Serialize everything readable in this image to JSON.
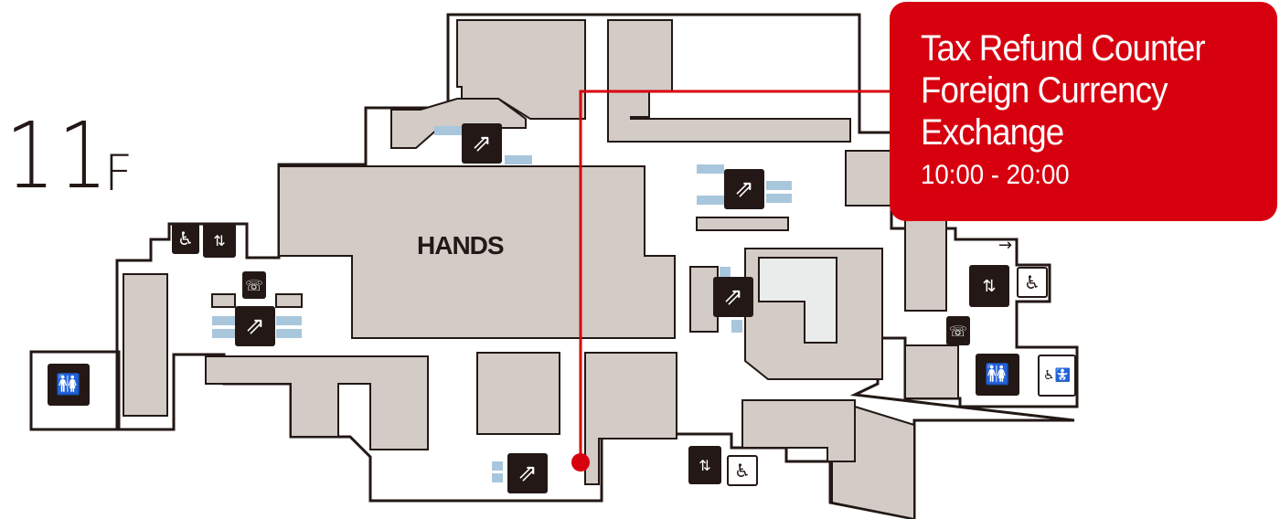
{
  "floor": {
    "number": "11",
    "suffix": "F"
  },
  "store": {
    "name": "HANDS"
  },
  "info": {
    "line1": "Tax Refund Counter",
    "line2": "Foreign Currency",
    "line3": "Exchange",
    "hours": "10:00 - 20:00"
  },
  "colors": {
    "accent": "#d7000f",
    "shop": "#d3cbc6",
    "escalator_step": "#a9c7dc",
    "highlight": "#e9ecea",
    "outline": "#231815"
  },
  "icons": {
    "escalator": "escalator-icon",
    "elevator": "elevator-icon",
    "wheelchair": "wheelchair-icon",
    "telephone": "telephone-icon",
    "restroom": "restroom-icon",
    "multipurpose_restroom": "multipurpose-restroom-icon",
    "exit_arrow": "arrow-right-icon"
  }
}
